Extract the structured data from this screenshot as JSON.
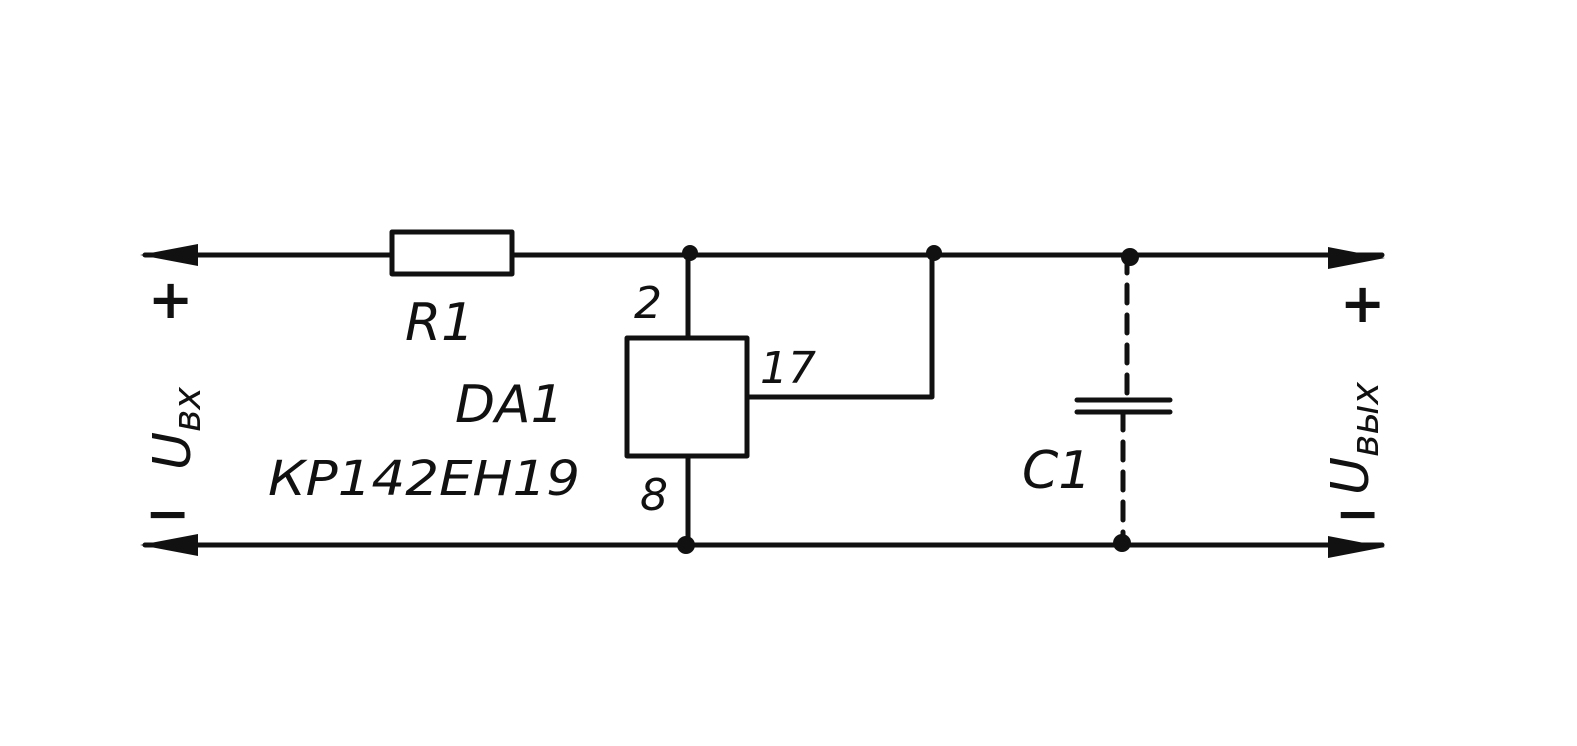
{
  "diagram": {
    "labels": {
      "r1": "R1",
      "da1": "DA1",
      "da1_part": "КР142ЕН19",
      "c1": "C1",
      "pin_2": "2",
      "pin_17": "17",
      "pin_8": "8"
    },
    "input": {
      "plus": "+",
      "minus": "−",
      "u": "U",
      "sub": "вх"
    },
    "output": {
      "plus": "+",
      "minus": "−",
      "u": "U",
      "sub": "вых"
    }
  }
}
